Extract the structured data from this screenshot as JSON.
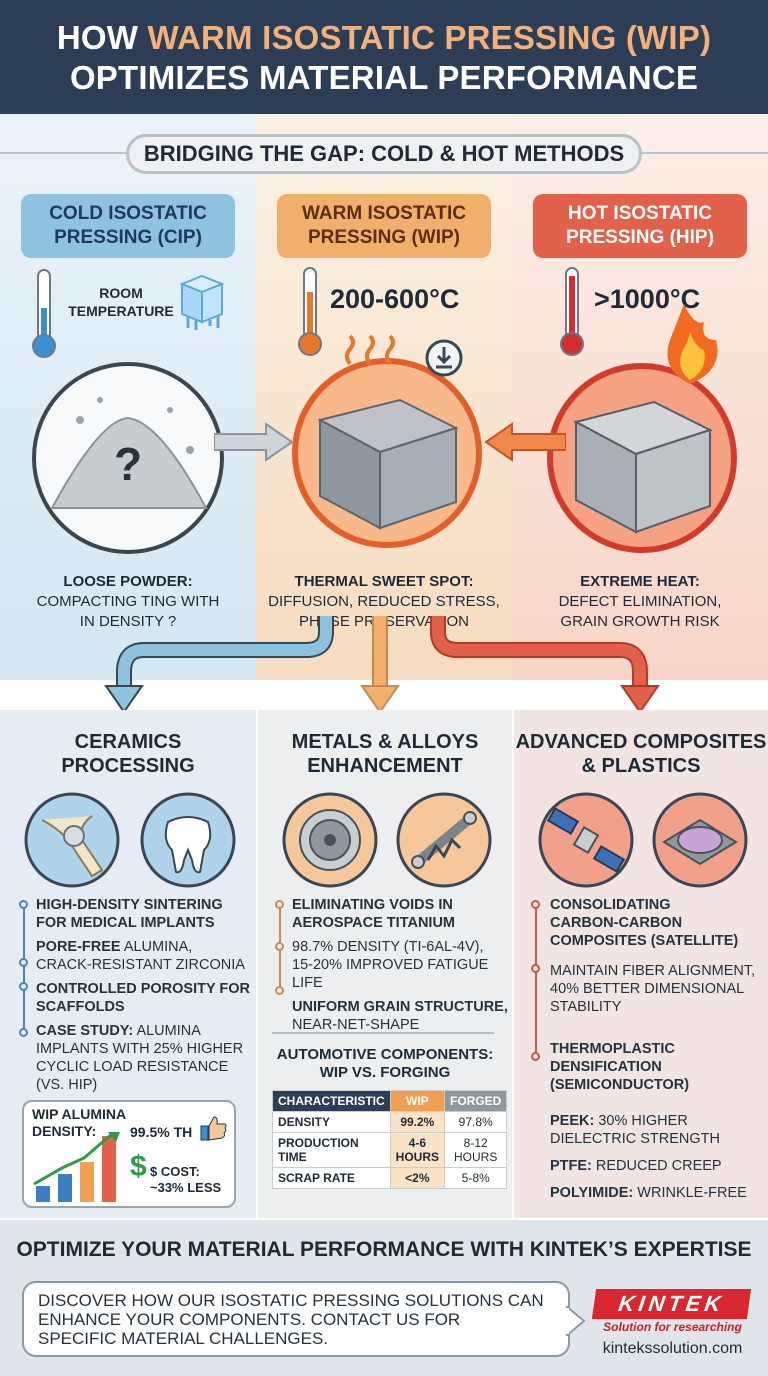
{
  "header": {
    "line1_prefix": "HOW ",
    "line1_accent": "WARM ISOSTATIC PRESSING (WIP)",
    "line2": "OPTIMIZES MATERIAL PERFORMANCE"
  },
  "bridge_title": "BRIDGING THE GAP: COLD & HOT METHODS",
  "methods": [
    {
      "title_line1": "COLD ISOSTATIC",
      "title_line2": "PRESSING (CIP)",
      "temp_line1": "ROOM",
      "temp_line2": "TEMPERATURE",
      "caption_bold": "LOOSE POWDER:",
      "caption_line1": "COMPACTING TING WITH",
      "caption_line2": "IN DENSITY ?",
      "color": "#8ec3e0"
    },
    {
      "title_line1": "WARM ISOSTATIC",
      "title_line2": "PRESSING (WIP)",
      "temp": "200-600°C",
      "caption_bold": "THERMAL SWEET SPOT:",
      "caption_line1": "DIFFUSION, REDUCED STRESS,",
      "caption_line2": "PHASE PRESERVATION",
      "color": "#f0b06c"
    },
    {
      "title_line1": "HOT ISOSTATIC",
      "title_line2": "PRESSING (HIP)",
      "temp": ">1000°C",
      "caption_bold": "EXTREME HEAT:",
      "caption_line1": "DEFECT ELIMINATION,",
      "caption_line2": "GRAIN GROWTH RISK",
      "color": "#e2614a"
    }
  ],
  "sections": {
    "ceramics": {
      "title_line1": "CERAMICS",
      "title_line2": "PROCESSING",
      "bullets": [
        {
          "bold": "HIGH-DENSITY SINTERING",
          "bold2": "FOR MEDICAL IMPLANTS",
          "rest": ""
        },
        {
          "bold": "PORE-FREE",
          "rest": " ALUMINA,",
          "line2": "CRACK-RESISTANT ZIRCONIA"
        },
        {
          "bold": "CONTROLLED POROSITY FOR",
          "bold2": "SCAFFOLDS"
        },
        {
          "bold": "CASE STUDY:",
          "rest": " ALUMINA",
          "line2": "IMPLANTS WITH 25% HIGHER",
          "line3": "CYCLIC LOAD RESISTANCE",
          "line4": "(VS. HIP)"
        }
      ],
      "stat_label1": "WIP ALUMINA",
      "stat_label2": "DENSITY:",
      "stat_value": "99.5% TH",
      "cost_label": "$ COST:",
      "cost_value": "~33% LESS",
      "bar_levels": [
        0.25,
        0.4,
        0.55,
        0.95
      ]
    },
    "metals": {
      "title_line1": "METALS & ALLOYS",
      "title_line2": "ENHANCEMENT",
      "bullets": [
        {
          "bold": "ELIMINATING VOIDS IN",
          "bold2": "AEROSPACE TITANIUM"
        },
        {
          "line1": "98.7% DENSITY (TI-6AL-4V),",
          "line2": "15-20% IMPROVED FATIGUE LIFE"
        },
        {
          "bold": "UNIFORM GRAIN STRUCTURE,",
          "line2": "NEAR-NET-SHAPE"
        }
      ],
      "auto_title1": "AUTOMOTIVE COMPONENTS:",
      "auto_title2": "WIP VS. FORGING",
      "table": {
        "headers": [
          "CHARACTERISTIC",
          "WIP",
          "FORGED"
        ],
        "rows": [
          {
            "c": "DENSITY",
            "w": "99.2%",
            "f": "97.8%"
          },
          {
            "c": "PRODUCTION TIME",
            "w": "4-6 HOURS",
            "f": "8-12 HOURS"
          },
          {
            "c": "SCRAP RATE",
            "w": "<2%",
            "f": "5-8%"
          }
        ]
      }
    },
    "composites": {
      "title_line1": "ADVANCED COMPOSITES",
      "title_line2": "& PLASTICS",
      "bullets": [
        {
          "bold": "CONSOLIDATING",
          "bold2": "CARBON-CARBON",
          "bold3": "COMPOSITES (SATELLITE)"
        },
        {
          "line1": "MAINTAIN FIBER ALIGNMENT,",
          "line2": "40% BETTER DIMENSIONAL",
          "line3": "STABILITY"
        },
        {
          "bold": "THERMOPLASTIC",
          "bold2": "DENSIFICATION",
          "bold3": "(SEMICONDUCTOR)"
        }
      ],
      "materials": [
        {
          "bold": "PEEK:",
          "rest": " 30% HIGHER",
          "line2": "DIELECTRIC STRENGTH"
        },
        {
          "bold": "PTFE:",
          "rest": " REDUCED CREEP"
        },
        {
          "bold": "POLYIMIDE:",
          "rest": " WRINKLE-FREE"
        }
      ]
    }
  },
  "footer": {
    "title": "OPTIMIZE YOUR MATERIAL PERFORMANCE WITH KINTEK’S EXPERTISE",
    "body_line1": "DISCOVER HOW OUR ISOSTATIC PRESSING SOLUTIONS CAN",
    "body_line2": "ENHANCE YOUR COMPONENTS. CONTACT US FOR",
    "body_line3": "SPECIFIC MATERIAL CHALLENGES.",
    "logo": "KINTEK",
    "tagline": "Solution for researching",
    "website": "kintekssolution.com"
  }
}
